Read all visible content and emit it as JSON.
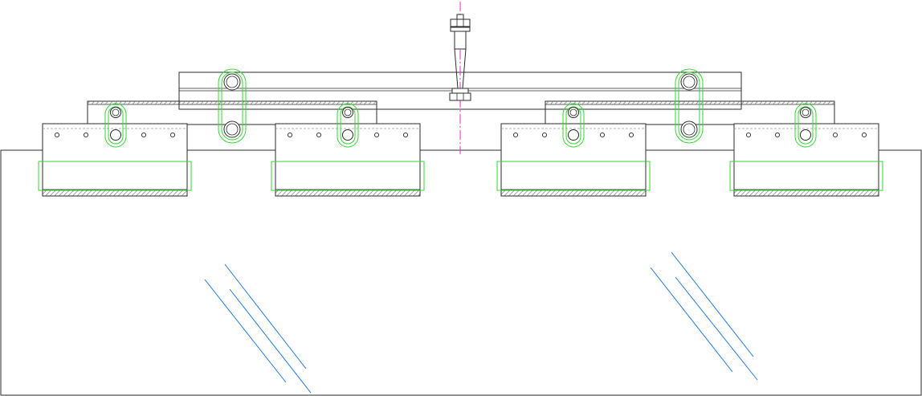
{
  "drawing": {
    "view": "front elevation",
    "text_labels": [],
    "colors": {
      "background": "#ffffff",
      "outline": "#2b2b2b",
      "hatch": "#7a7a7a",
      "slot_highlight": "#33d633",
      "center_line": "#d62fd6",
      "glass_reflection": "#1e78e6"
    },
    "components": {
      "lifting_bolt": "hex-bolt-icon",
      "upper_beam": "beam",
      "lower_beams": 2,
      "clamp_plates": 4,
      "slotted_connections": 6,
      "glass_panel": "glass-pane",
      "reflection_line_groups": 2
    }
  }
}
